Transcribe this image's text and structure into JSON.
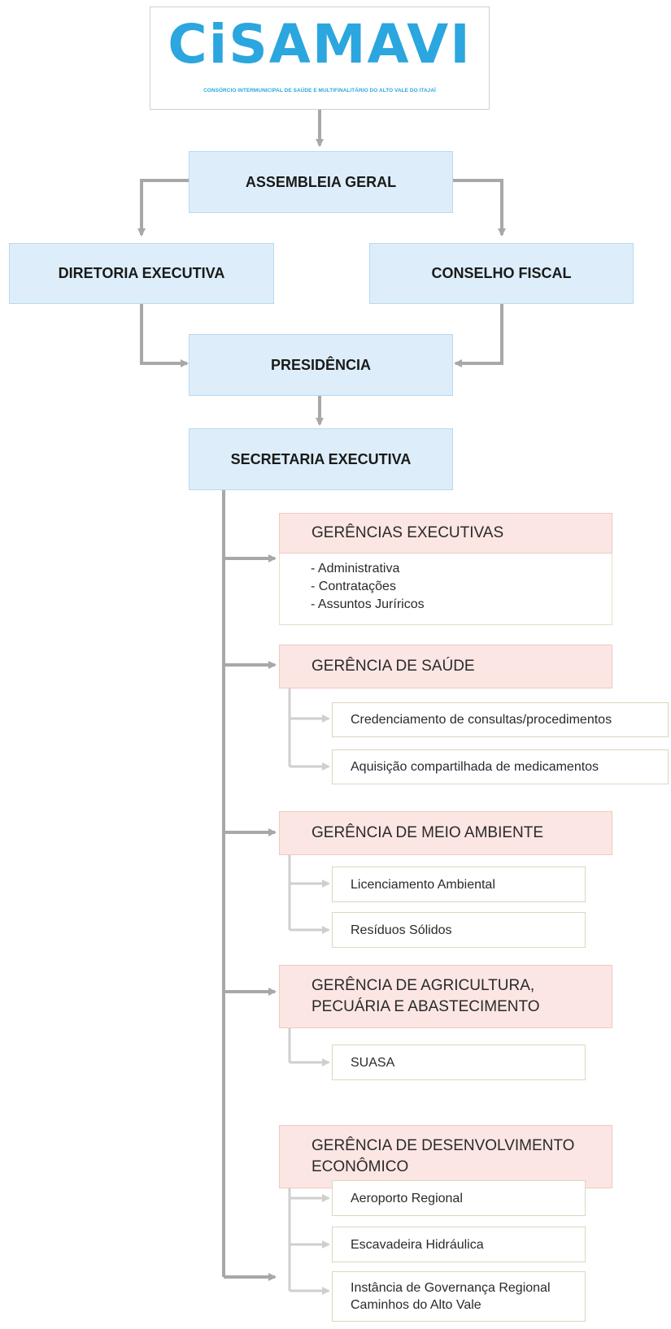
{
  "logo": {
    "name": "CiSAMAVI",
    "subtitle": "CONSÓRCIO INTERMUNICIPAL DE SAÚDE E MULTIFINALITÁRIO DO ALTO VALE DO ITAJAÍ"
  },
  "org": {
    "assembleia": "ASSEMBLEIA GERAL",
    "diretoria": "DIRETORIA EXECUTIVA",
    "conselho": "CONSELHO FISCAL",
    "presidencia": "PRESIDÊNCIA",
    "secretaria": "SECRETARIA EXECUTIVA"
  },
  "gerencias": [
    {
      "title": "GERÊNCIAS EXECUTIVAS",
      "items": [
        "- Administrativa",
        "- Contratações",
        "- Assuntos Juríricos"
      ]
    },
    {
      "title": "GERÊNCIA DE SAÚDE",
      "subs": [
        "Credenciamento de consultas/procedimentos",
        "Aquisição compartilhada de medicamentos"
      ]
    },
    {
      "title": "GERÊNCIA DE MEIO AMBIENTE",
      "subs": [
        "Licenciamento Ambiental",
        "Resíduos Sólidos"
      ]
    },
    {
      "title_lines": [
        "GERÊNCIA DE AGRICULTURA,",
        "PECUÁRIA E ABASTECIMENTO"
      ],
      "subs": [
        "SUASA"
      ]
    },
    {
      "title_lines": [
        "GERÊNCIA DE DESENVOLVIMENTO",
        "ECONÔMICO"
      ],
      "subs": [
        "Aeroporto Regional",
        "Escavadeira Hidráulica"
      ],
      "last_sub_lines": [
        "Instância de Governança Regional",
        "Caminhos do Alto Vale"
      ]
    }
  ],
  "colors": {
    "accent": "#2ba6de",
    "blue_box": "#ddeefa",
    "pink_box": "#fbe6e3",
    "connector": "#a8a8a8",
    "connector_light": "#cfcfcf"
  }
}
